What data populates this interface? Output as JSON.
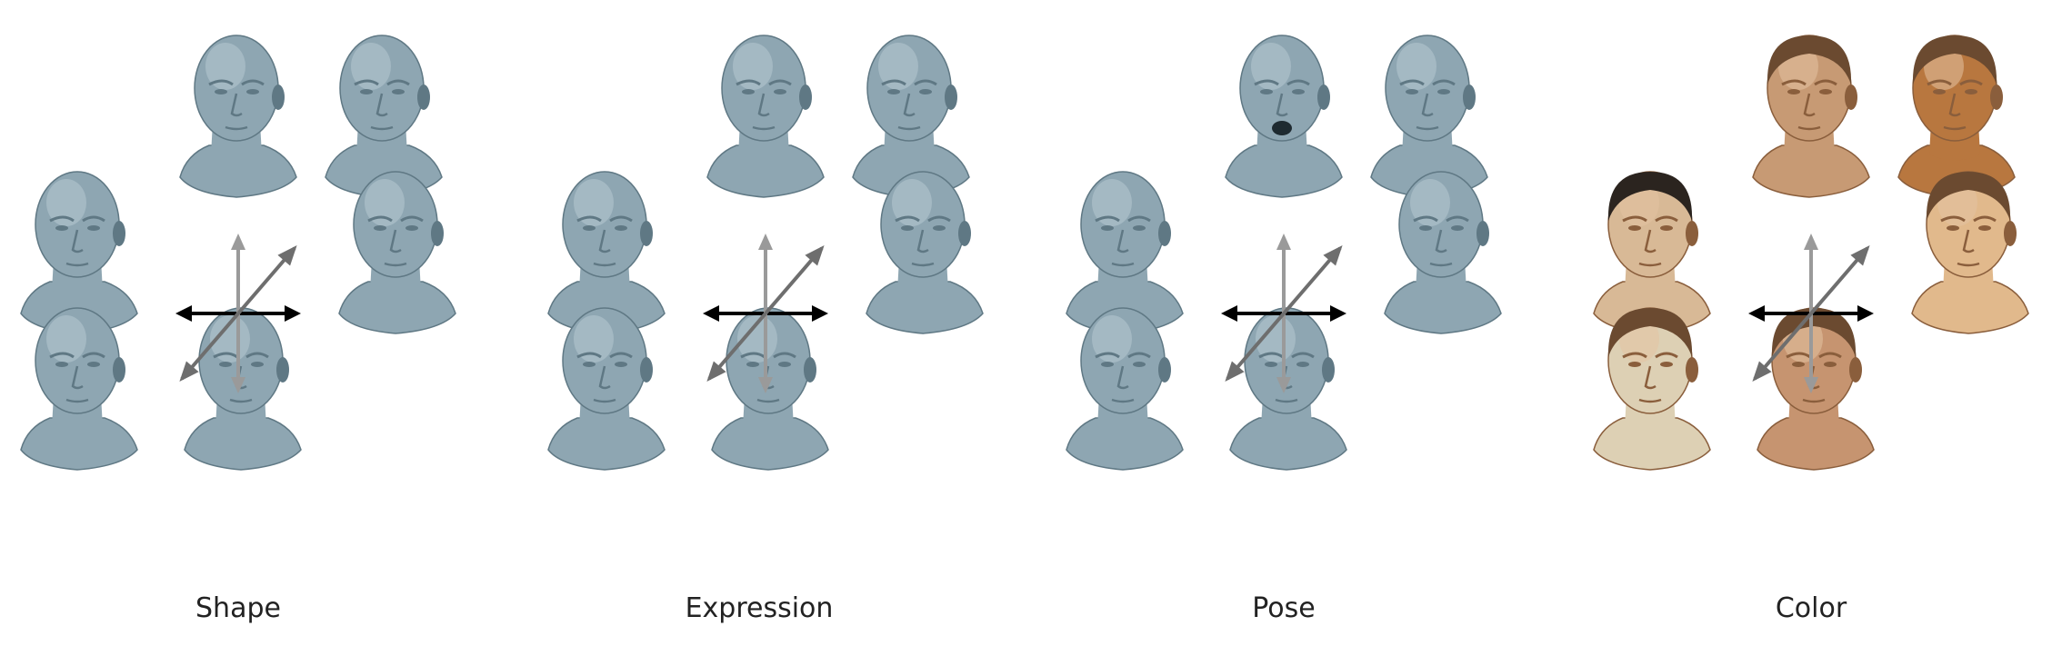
{
  "panels": [
    {
      "name": "Shape",
      "colors": {
        "skin": "#8ea6b2",
        "shade": "#5f7884",
        "light": "#b7c8d1"
      },
      "heads": [
        "top-left",
        "top-right",
        "left",
        "right",
        "bottom-left",
        "bottom-right"
      ],
      "variant": "neutral"
    },
    {
      "name": "Expression",
      "colors": {
        "skin": "#8ea6b2",
        "shade": "#5f7884",
        "light": "#b7c8d1"
      },
      "heads": [
        "top-left",
        "top-right",
        "left",
        "right",
        "bottom-left",
        "bottom-right"
      ],
      "variant": "neutral"
    },
    {
      "name": "Pose",
      "colors": {
        "skin": "#8ea6b2",
        "shade": "#5f7884",
        "light": "#b7c8d1"
      },
      "heads": [
        "top-left",
        "top-right",
        "left",
        "right",
        "bottom-left",
        "bottom-right"
      ],
      "variant": "pose"
    },
    {
      "name": "Color",
      "colors": {
        "skin": "#c89a72",
        "shade": "#8a5e3c",
        "light": "#e4c3a2"
      },
      "heads": [
        "top-left",
        "top-right",
        "left",
        "right",
        "bottom-left",
        "bottom-right"
      ],
      "variant": "color",
      "head_tints": [
        "#c79a74",
        "#b8773f",
        "#d8b996",
        "#e1b98c",
        "#ddd0b4",
        "#c69470"
      ]
    }
  ],
  "arrow_colors": {
    "horizontal": "#000000",
    "vertical": "#9a9a9a",
    "diagonal": "#6e6e6e"
  }
}
